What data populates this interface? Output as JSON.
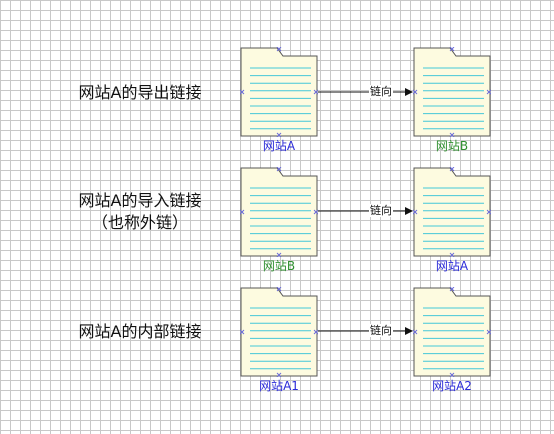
{
  "colors": {
    "doc_fill": "#fdfbe0",
    "doc_border": "#555555",
    "doc_lines": "#44c8d8",
    "caption_blue": "#2a2ad8",
    "caption_green": "#2f8f2f",
    "handle": "#6b6bd8"
  },
  "rows": [
    {
      "label_lines": [
        "网站A的导出链接"
      ],
      "source": {
        "caption": "网站A",
        "caption_color": "blue"
      },
      "edge_label": "链向",
      "target": {
        "caption": "网站B",
        "caption_color": "green"
      }
    },
    {
      "label_lines": [
        "网站A的导入链接",
        "（也称外链）"
      ],
      "source": {
        "caption": "网站B",
        "caption_color": "green"
      },
      "edge_label": "链向",
      "target": {
        "caption": "网站A",
        "caption_color": "blue"
      }
    },
    {
      "label_lines": [
        "网站A的内部链接"
      ],
      "source": {
        "caption": "网站A1",
        "caption_color": "blue"
      },
      "edge_label": "链向",
      "target": {
        "caption": "网站A2",
        "caption_color": "blue"
      }
    }
  ]
}
